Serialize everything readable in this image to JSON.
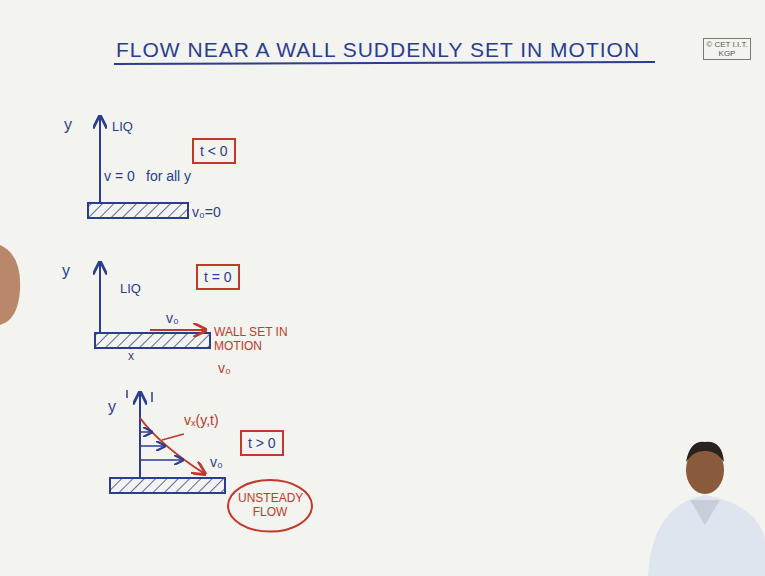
{
  "diagram": {
    "title": "FLOW NEAR A WALL SUDDENLY SET IN MOTION",
    "nodes": [
      {
        "text": [
          "© CET I.I.T. KGP"
        ]
      },
      {
        "text": [
          "t < 0"
        ]
      },
      {
        "text": [
          "t = 0"
        ]
      },
      {
        "text": [
          "t > 0"
        ]
      },
      {
        "text": [
          "UNSTEADY FLOW"
        ]
      }
    ],
    "labels": [
      "y",
      "LIQ",
      "v = 0",
      "for all y",
      "v₀=0",
      "y",
      "LIQ",
      "v₀",
      "WALL SET IN MOTION",
      "v₀",
      "x",
      "y",
      "vₓ(y,t)",
      "v₀"
    ]
  }
}
